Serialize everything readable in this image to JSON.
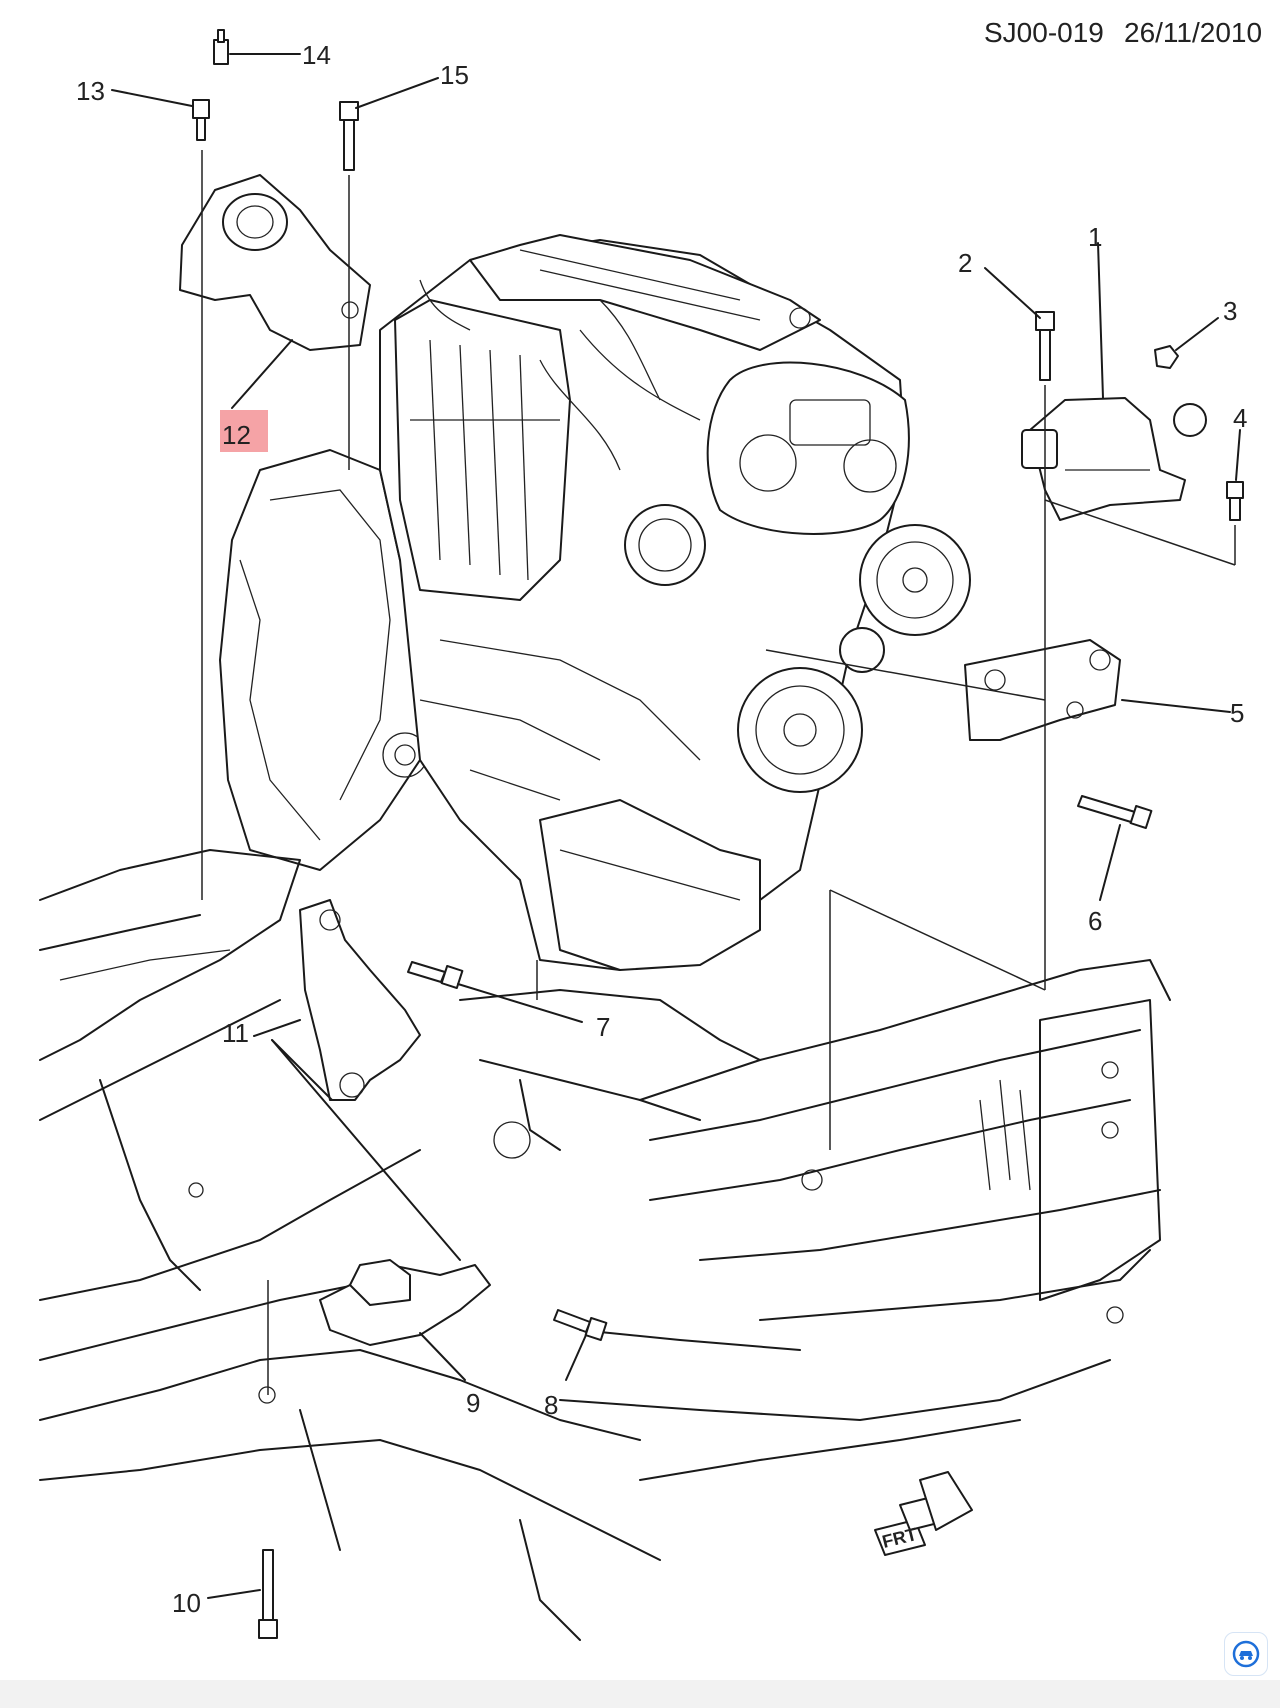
{
  "header": {
    "code": "SJ00-019",
    "date": "26/11/2010"
  },
  "callouts": [
    "1",
    "2",
    "3",
    "4",
    "5",
    "6",
    "7",
    "8",
    "9",
    "10",
    "11",
    "12",
    "13",
    "14",
    "15"
  ],
  "highlighted_callout": "12",
  "highlight_color": "#e8333a",
  "orientation_marker": {
    "label": "FRT",
    "icon": "front-arrow-icon"
  },
  "watermark": {
    "icon": "car-logo-icon"
  }
}
